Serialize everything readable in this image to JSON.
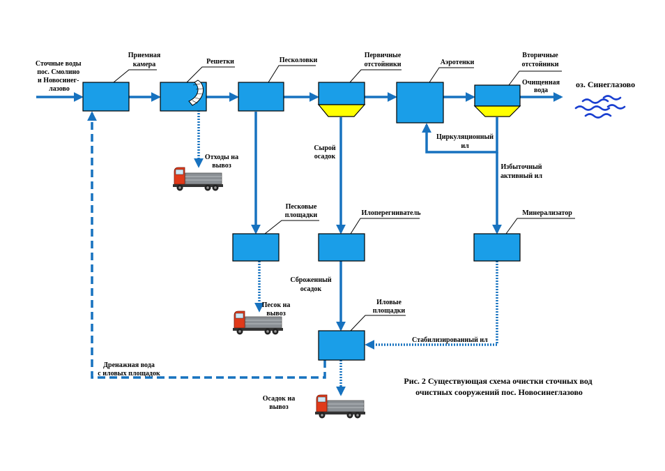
{
  "inlet_label": [
    "Сточные воды",
    "пос. Смолино",
    "и Новосинег-",
    "лазово"
  ],
  "units": {
    "priemnaya": [
      "Приемная",
      "камера"
    ],
    "reshetki": [
      "Решетки"
    ],
    "peskolovki": [
      "Песколовки"
    ],
    "pervichnye": [
      "Первичные",
      "отстойники"
    ],
    "aerotenki": [
      "Аэротенки"
    ],
    "vtorichnye": [
      "Вторичные",
      "отстойники"
    ],
    "peskovye": [
      "Песковые",
      "площадки"
    ],
    "iloperegnivatel": [
      "Илоперегниватель"
    ],
    "mineralizator": [
      "Минерализатор"
    ],
    "ilovye": [
      "Иловые",
      "площадки"
    ]
  },
  "flows": {
    "ochishchennaya": [
      "Очищенная",
      "вода"
    ],
    "lake": "оз. Синеглазово",
    "otkhody": [
      "Отходы на",
      "вывоз"
    ],
    "syroy": [
      "Сырой",
      "осадок"
    ],
    "tsirk": [
      "Циркуляционный",
      "ил"
    ],
    "izbytochny": [
      "Избыточный",
      "активный ил"
    ],
    "pesok": [
      "Песок на",
      "вывоз"
    ],
    "sbrozhenny": [
      "Сброженный",
      "осадок"
    ],
    "stabil": "Стабилизированный  ил",
    "drenazh": [
      "Дренажная вода",
      "с иловых площадок"
    ],
    "osadok": [
      "Осадок на",
      "вывоз"
    ]
  },
  "caption": [
    "Рис. 2 Существующая схема очистки сточных вод",
    "очистных сооружений пос. Новосинеглазово"
  ],
  "colors": {
    "unit_fill": "#1a9ee8",
    "flow": "#1772bf",
    "sludge": "#ffff00",
    "truck_cab": "#e03a1a",
    "truck_body": "#8a8f94"
  }
}
